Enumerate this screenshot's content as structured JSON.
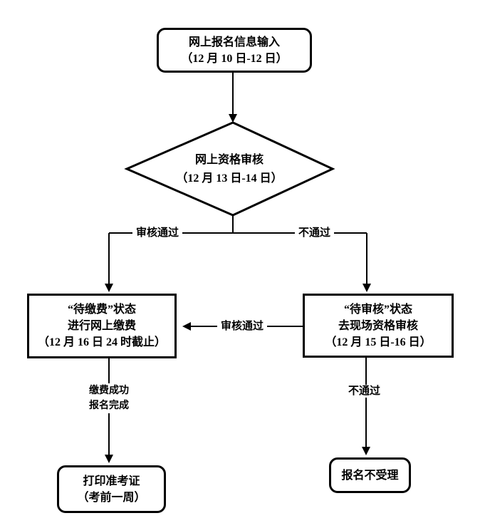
{
  "flowchart": {
    "background": "#ffffff",
    "line_color": "#000000",
    "nodes": {
      "start": {
        "type": "terminator",
        "lines": [
          "网上报名信息输入",
          "（12 月 10 日-12 日）"
        ]
      },
      "review": {
        "type": "decision",
        "lines": [
          "网上资格审核",
          "（12 月 13 日-14 日）"
        ]
      },
      "pay": {
        "type": "process",
        "lines": [
          "“待缴费”状态",
          "进行网上缴费",
          "（12 月 16 日 24 时截止）"
        ]
      },
      "onsite": {
        "type": "process",
        "lines": [
          "“待审核”状态",
          "去现场资格审核",
          "（12 月 15 日-16 日）"
        ]
      },
      "print": {
        "type": "terminator",
        "lines": [
          "打印准考证",
          "（考前一周）"
        ]
      },
      "reject": {
        "type": "terminator",
        "lines": [
          "报名不受理"
        ]
      }
    },
    "edge_labels": {
      "review_pass": "审核通过",
      "review_fail": "不通过",
      "onsite_pass": "审核通过",
      "pay_done": [
        "缴费成功",
        "报名完成"
      ],
      "onsite_fail": "不通过"
    }
  }
}
